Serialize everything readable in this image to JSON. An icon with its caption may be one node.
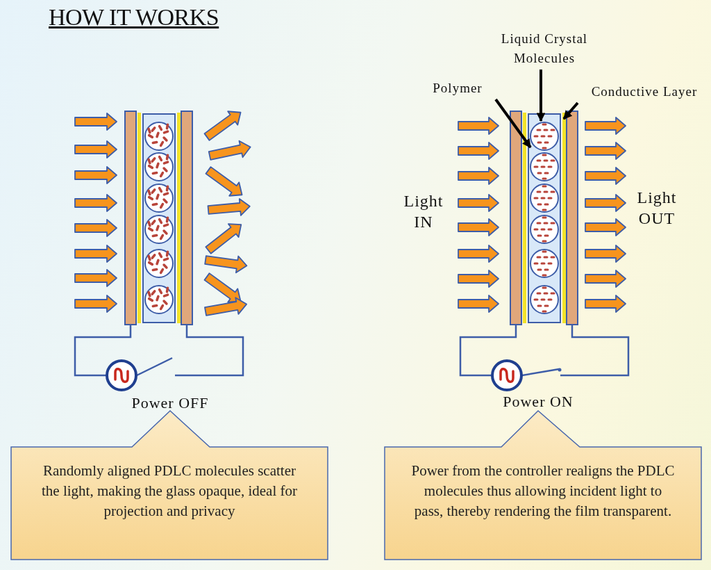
{
  "diagram": {
    "title": "HOW IT WORKS",
    "nodes": [
      {
        "text": [
          "Polymer"
        ]
      },
      {
        "text": [
          "Liquid Crystal Molecules"
        ]
      },
      {
        "text": [
          "Conductive Layer"
        ]
      },
      {
        "text": [],
        "shape": "box"
      },
      {
        "text": [],
        "shape": "circle",
        "in": 3
      },
      {
        "text": [],
        "shape": "circle",
        "in": 3
      },
      {
        "text": [],
        "shape": "circle",
        "in": 3
      },
      {
        "text": [],
        "shape": "circle",
        "in": 3
      },
      {
        "text": [],
        "shape": "circle",
        "in": 3
      },
      {
        "text": [],
        "shape": "circle",
        "in": 3
      },
      {
        "text": [],
        "shape": "bar"
      },
      {
        "text": [
          "Randomly aligned PDLC molecules scatter the light, making the glass opaque, ideal for projection and privacy"
        ]
      },
      {
        "text": [
          "Power from the controller realigns the PDLC molecules thus allowing incident light to pass, thereby rendering the film transparent."
        ]
      }
    ],
    "edges": [
      {
        "from": 0,
        "to": 3,
        "arrow": "to"
      },
      {
        "from": 1,
        "to": 4,
        "arrow": "to"
      },
      {
        "from": 2,
        "to": 10,
        "arrow": "to"
      }
    ],
    "labels": [
      "Light IN",
      "Light OUT",
      "Power OFF",
      "Power ON"
    ]
  }
}
